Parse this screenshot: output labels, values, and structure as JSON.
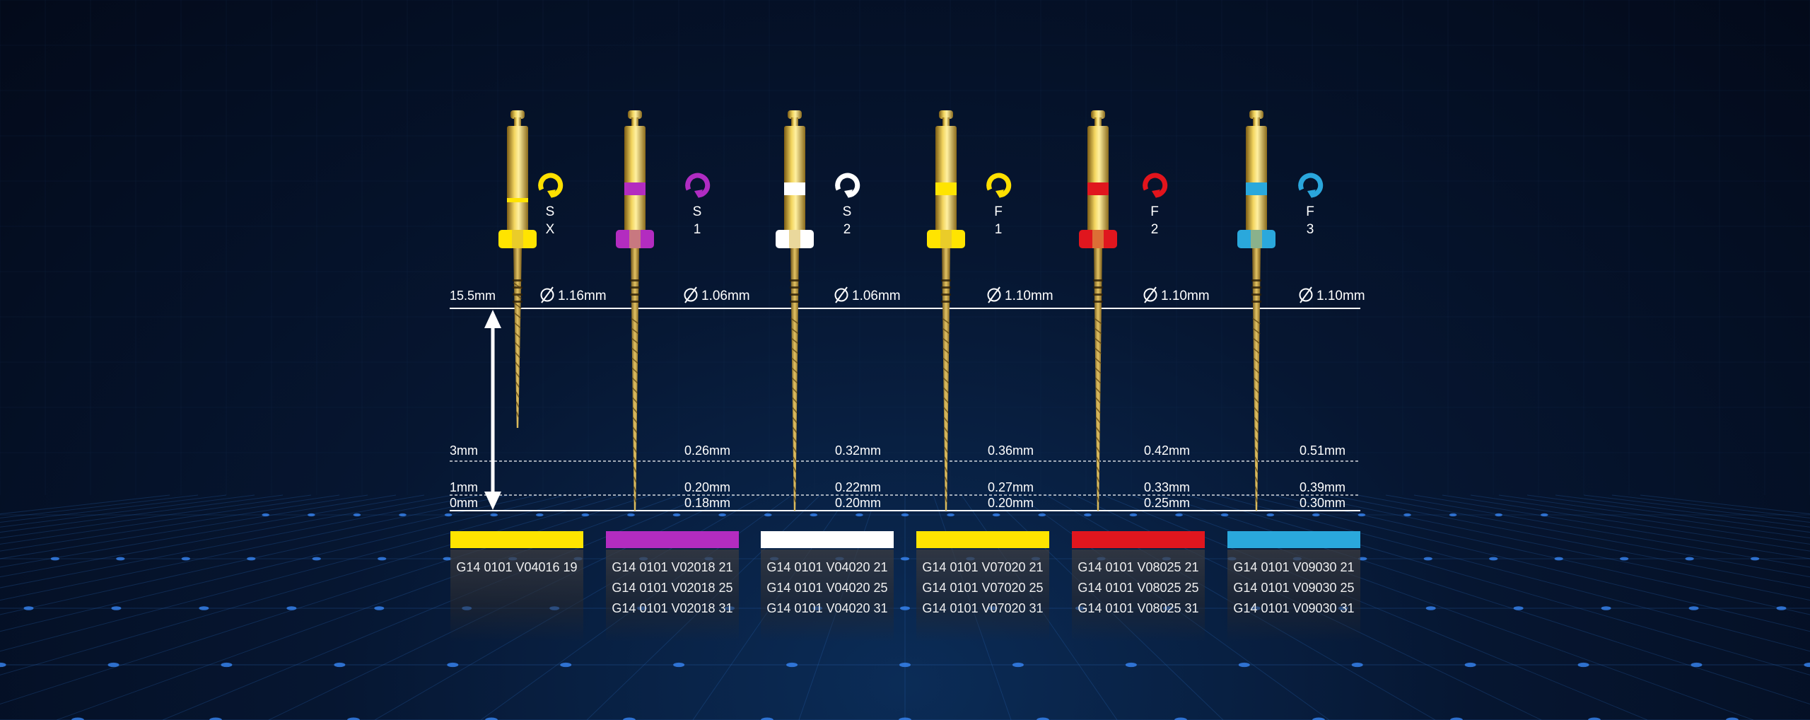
{
  "levels": [
    {
      "label": "15.5mm"
    },
    {
      "label": "3mm"
    },
    {
      "label": "1mm"
    },
    {
      "label": "0mm"
    }
  ],
  "files": [
    {
      "name_line1": "S",
      "name_line2": "X",
      "color": "#ffe400",
      "ring_color": "#ffe000",
      "diameter": "1.16mm",
      "at_3mm": "",
      "at_1mm": "",
      "at_0mm": "",
      "codes": [
        "G14 0101 V04016 19"
      ]
    },
    {
      "name_line1": "S",
      "name_line2": "1",
      "color": "#b32cc0",
      "ring_color": "#b02cc2",
      "diameter": "1.06mm",
      "at_3mm": "0.26mm",
      "at_1mm": "0.20mm",
      "at_0mm": "0.18mm",
      "codes": [
        "G14 0101 V02018 21",
        "G14 0101 V02018 25",
        "G14 0101 V02018 31"
      ]
    },
    {
      "name_line1": "S",
      "name_line2": "2",
      "color": "#ffffff",
      "ring_color": "#ffffff",
      "diameter": "1.06mm",
      "at_3mm": "0.32mm",
      "at_1mm": "0.22mm",
      "at_0mm": "0.20mm",
      "codes": [
        "G14 0101 V04020 21",
        "G14 0101 V04020 25",
        "G14 0101 V04020 31"
      ]
    },
    {
      "name_line1": "F",
      "name_line2": "1",
      "color": "#ffe400",
      "ring_color": "#ffe000",
      "diameter": "1.10mm",
      "at_3mm": "0.36mm",
      "at_1mm": "0.27mm",
      "at_0mm": "0.20mm",
      "codes": [
        "G14 0101 V07020 21",
        "G14 0101 V07020 25",
        "G14 0101 V07020 31"
      ]
    },
    {
      "name_line1": "F",
      "name_line2": "2",
      "color": "#e0161e",
      "ring_color": "#e2141c",
      "diameter": "1.10mm",
      "at_3mm": "0.42mm",
      "at_1mm": "0.33mm",
      "at_0mm": "0.25mm",
      "codes": [
        "G14 0101 V08025 21",
        "G14 0101 V08025 25",
        "G14 0101 V08025 31"
      ]
    },
    {
      "name_line1": "F",
      "name_line2": "3",
      "color": "#2aa8dc",
      "ring_color": "#2aa6dc",
      "diameter": "1.10mm",
      "at_3mm": "0.51mm",
      "at_1mm": "0.39mm",
      "at_0mm": "0.30mm",
      "codes": [
        "G14 0101 V09030 21",
        "G14 0101 V09030 25",
        "G14 0101 V09030 31"
      ]
    }
  ],
  "colors": {
    "gold": "#d8b94a",
    "gold_dark": "#8a6a1c",
    "line": "#ffffff"
  },
  "icons": {
    "ring": "rotation-ring-icon",
    "diameter": "diameter-symbol-icon",
    "arrow": "double-arrow-icon"
  }
}
